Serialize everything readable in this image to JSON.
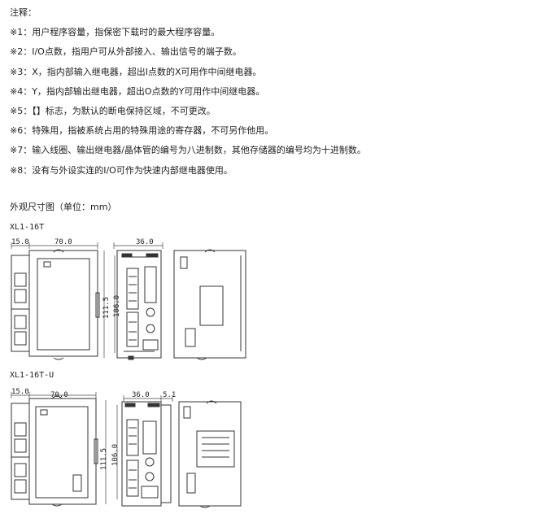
{
  "notes": {
    "heading": "注释：",
    "items": [
      "※1：用户程序容量，指保密下载时的最大程序容量。",
      "※2：I/O点数，指用户可从外部接入、输出信号的端子数。",
      "※3：X，指内部输入继电器，超出I点数的X可用作中间继电器。",
      "※4：Y，指内部输出继电器，超出O点数的Y可用作中间继电器。",
      "※5：【】标志，为默认的断电保持区域，不可更改。",
      "※6：特殊用，指被系统占用的特殊用途的寄存器，不可另作他用。",
      "※7：输入线圈、输出继电器/晶体管的编号为八进制数，其他存储器的编号均为十进制数。",
      "※8：没有与外设实连的I/O可作为快速内部继电器使用。"
    ]
  },
  "dimensions_title": "外观尺寸图（单位：mm）",
  "models": [
    {
      "name": "XL1-16T",
      "dims": {
        "left_width": "15.0",
        "body_width": "70.0",
        "front_width": "36.0",
        "height_outer": "111.5",
        "height_inner": "106.0"
      }
    },
    {
      "name": "XL1-16T-U",
      "dims": {
        "left_width": "15.0",
        "body_width": "70.0",
        "front_width": "36.0",
        "front_extra": "5.1",
        "height_outer": "111.5",
        "height_inner": "106.0"
      }
    }
  ]
}
